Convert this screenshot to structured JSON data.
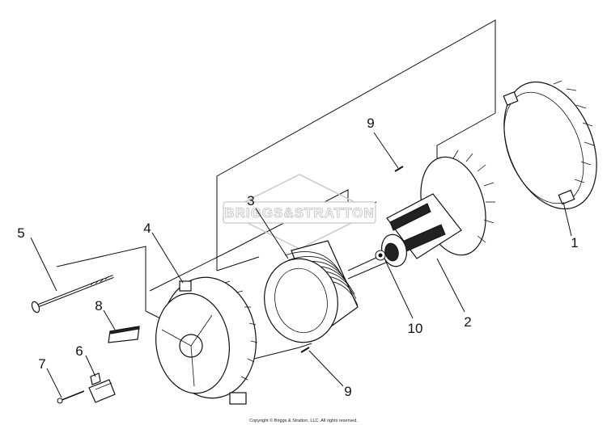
{
  "watermark": {
    "text": "BRIGGS&STRATTON"
  },
  "copyright": "Copyright © Briggs & Stratton, LLC. All rights reserved.",
  "callouts": {
    "part_1": "1",
    "part_2": "2",
    "part_3": "3",
    "part_4": "4",
    "part_5": "5",
    "part_6": "6",
    "part_7": "7",
    "part_8": "8",
    "part_9_top": "9",
    "part_9_bottom": "9",
    "part_10": "10"
  },
  "colors": {
    "line": "#111111",
    "watermark_outline": "#c9c9c9",
    "background": "#ffffff"
  }
}
